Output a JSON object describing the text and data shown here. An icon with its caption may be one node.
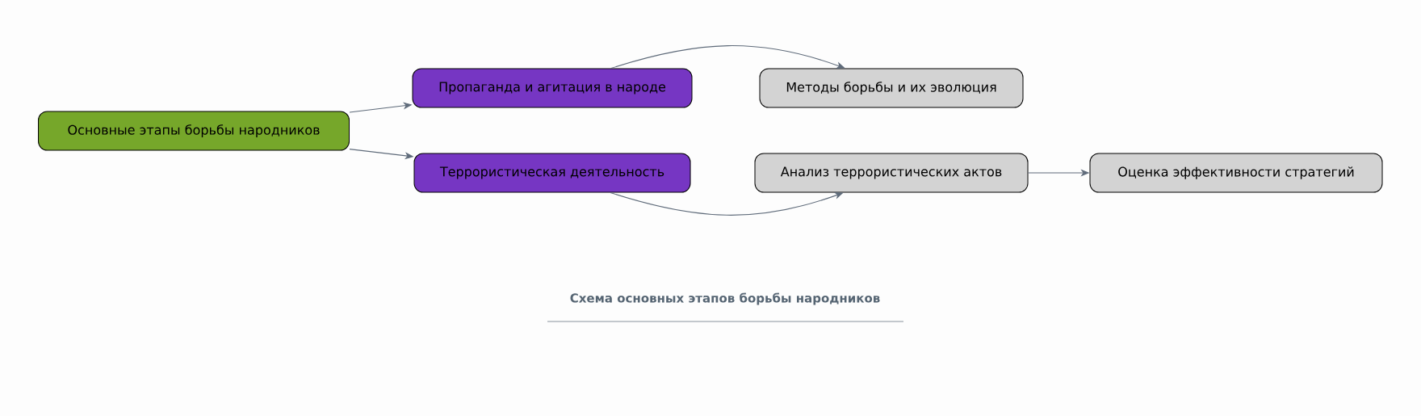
{
  "diagram": {
    "title": "Схема основных этапов борьбы народников",
    "nodes": [
      {
        "text": [
          "Основные этапы борьбы народников"
        ]
      },
      {
        "text": [
          "Пропаганда и агитация в народе"
        ]
      },
      {
        "text": [
          "Террористическая деятельность"
        ]
      },
      {
        "text": [
          "Методы борьбы и их эволюция"
        ]
      },
      {
        "text": [
          "Анализ террористических актов"
        ]
      },
      {
        "text": [
          "Оценка эффективности стратегий"
        ]
      }
    ],
    "edges": [
      {
        "from": 0,
        "to": 1,
        "arrow": "to"
      },
      {
        "from": 0,
        "to": 2,
        "arrow": "to"
      },
      {
        "from": 1,
        "to": 3,
        "arrow": "to"
      },
      {
        "from": 2,
        "to": 4,
        "arrow": "to"
      },
      {
        "from": 4,
        "to": 5,
        "arrow": "to"
      }
    ]
  }
}
